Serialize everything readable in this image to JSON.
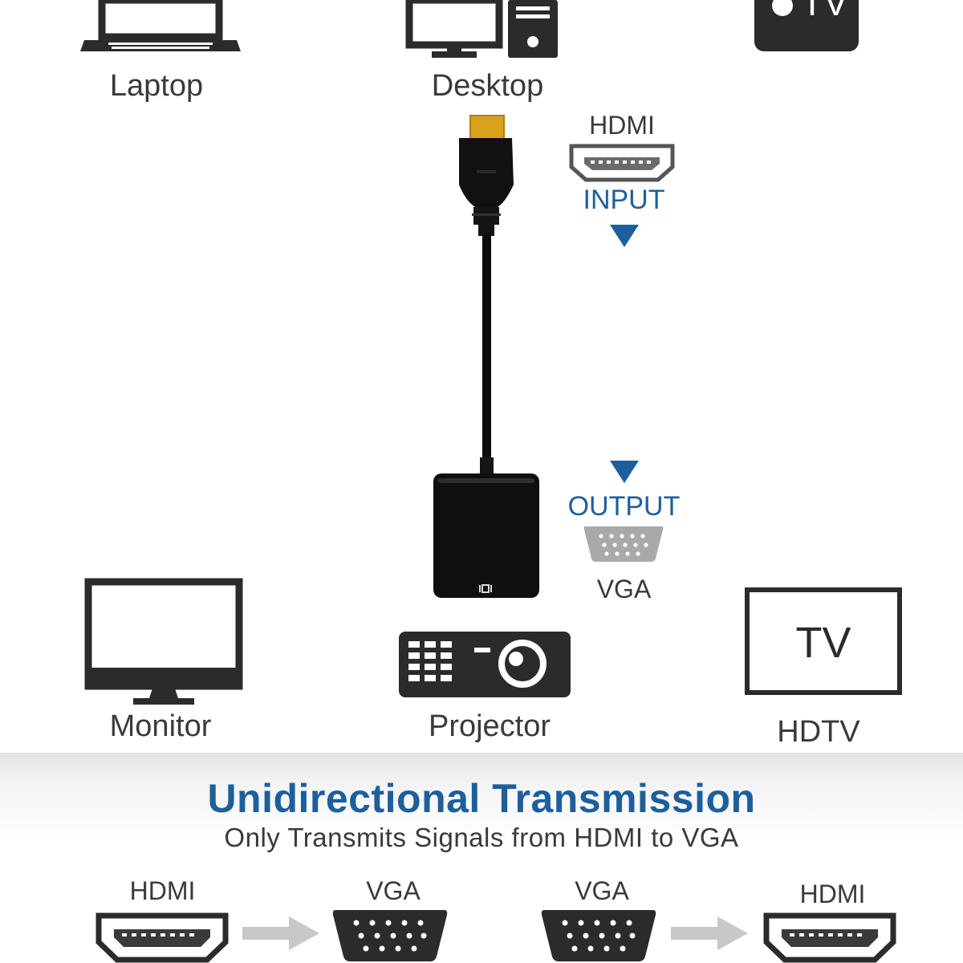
{
  "devices_top": {
    "laptop_label": "Laptop",
    "desktop_label": "Desktop",
    "appletv_text": "TV"
  },
  "adapter": {
    "input_port_label": "HDMI",
    "input_label": "INPUT",
    "output_label": "OUTPUT",
    "output_port_label": "VGA"
  },
  "devices_bottom": {
    "monitor_label": "Monitor",
    "projector_label": "Projector",
    "hdtv_screen_text": "TV",
    "hdtv_label": "HDTV"
  },
  "transmission": {
    "title": "Unidirectional Transmission",
    "subtitle": "Only Transmits Signals from HDMI to VGA",
    "pair1_from": "HDMI",
    "pair1_to": "VGA",
    "pair2_from": "VGA",
    "pair2_to": "HDMI"
  },
  "colors": {
    "accent_blue": "#1d5f9d",
    "icon_dark": "#2b2b2b",
    "arrow_gray": "#c8c8c8"
  }
}
